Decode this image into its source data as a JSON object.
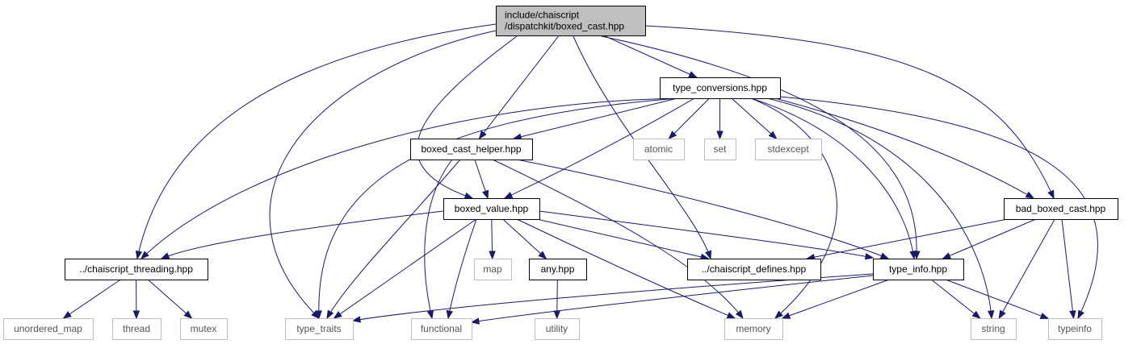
{
  "colors": {
    "edge": "#191970",
    "project_border": "#000000",
    "root_fill": "#bfbfbf",
    "system_border": "#bfbfbf",
    "system_text": "#555555"
  },
  "nodes": [
    {
      "id": "root",
      "kind": "root",
      "lines": [
        "include/chaiscript",
        "/dispatchkit/boxed_cast.hpp"
      ]
    },
    {
      "id": "type_conversions",
      "kind": "project",
      "lines": [
        "type_conversions.hpp"
      ]
    },
    {
      "id": "boxed_cast_helper",
      "kind": "project",
      "lines": [
        "boxed_cast_helper.hpp"
      ]
    },
    {
      "id": "atomic",
      "kind": "system",
      "lines": [
        "atomic"
      ]
    },
    {
      "id": "set",
      "kind": "system",
      "lines": [
        "set"
      ]
    },
    {
      "id": "stdexcept",
      "kind": "system",
      "lines": [
        "stdexcept"
      ]
    },
    {
      "id": "bad_boxed_cast",
      "kind": "project",
      "lines": [
        "bad_boxed_cast.hpp"
      ]
    },
    {
      "id": "boxed_value",
      "kind": "project",
      "lines": [
        "boxed_value.hpp"
      ]
    },
    {
      "id": "threading",
      "kind": "project",
      "lines": [
        "../chaiscript_threading.hpp"
      ]
    },
    {
      "id": "map",
      "kind": "system",
      "lines": [
        "map"
      ]
    },
    {
      "id": "any",
      "kind": "project",
      "lines": [
        "any.hpp"
      ]
    },
    {
      "id": "defines",
      "kind": "project",
      "lines": [
        "../chaiscript_defines.hpp"
      ]
    },
    {
      "id": "type_info",
      "kind": "project",
      "lines": [
        "type_info.hpp"
      ]
    },
    {
      "id": "unordered_map",
      "kind": "system",
      "lines": [
        "unordered_map"
      ]
    },
    {
      "id": "thread",
      "kind": "system",
      "lines": [
        "thread"
      ]
    },
    {
      "id": "mutex",
      "kind": "system",
      "lines": [
        "mutex"
      ]
    },
    {
      "id": "type_traits",
      "kind": "system",
      "lines": [
        "type_traits"
      ]
    },
    {
      "id": "functional",
      "kind": "system",
      "lines": [
        "functional"
      ]
    },
    {
      "id": "utility",
      "kind": "system",
      "lines": [
        "utility"
      ]
    },
    {
      "id": "memory",
      "kind": "system",
      "lines": [
        "memory"
      ]
    },
    {
      "id": "string",
      "kind": "system",
      "lines": [
        "string"
      ]
    },
    {
      "id": "typeinfo",
      "kind": "system",
      "lines": [
        "typeinfo"
      ]
    }
  ],
  "edges": [
    [
      "root",
      "type_conversions"
    ],
    [
      "root",
      "boxed_cast_helper"
    ],
    [
      "root",
      "boxed_value"
    ],
    [
      "root",
      "threading"
    ],
    [
      "root",
      "defines"
    ],
    [
      "root",
      "type_info"
    ],
    [
      "root",
      "bad_boxed_cast"
    ],
    [
      "root",
      "type_traits"
    ],
    [
      "type_conversions",
      "boxed_cast_helper"
    ],
    [
      "type_conversions",
      "atomic"
    ],
    [
      "type_conversions",
      "set"
    ],
    [
      "type_conversions",
      "stdexcept"
    ],
    [
      "type_conversions",
      "bad_boxed_cast"
    ],
    [
      "type_conversions",
      "boxed_value"
    ],
    [
      "type_conversions",
      "threading"
    ],
    [
      "type_conversions",
      "type_info"
    ],
    [
      "type_conversions",
      "type_traits"
    ],
    [
      "type_conversions",
      "memory"
    ],
    [
      "type_conversions",
      "string"
    ],
    [
      "type_conversions",
      "typeinfo"
    ],
    [
      "boxed_cast_helper",
      "boxed_value"
    ],
    [
      "boxed_cast_helper",
      "type_info"
    ],
    [
      "boxed_cast_helper",
      "type_traits"
    ],
    [
      "boxed_cast_helper",
      "functional"
    ],
    [
      "boxed_cast_helper",
      "memory"
    ],
    [
      "boxed_value",
      "threading"
    ],
    [
      "boxed_value",
      "map"
    ],
    [
      "boxed_value",
      "any"
    ],
    [
      "boxed_value",
      "defines"
    ],
    [
      "boxed_value",
      "type_info"
    ],
    [
      "boxed_value",
      "type_traits"
    ],
    [
      "boxed_value",
      "functional"
    ],
    [
      "boxed_value",
      "memory"
    ],
    [
      "bad_boxed_cast",
      "defines"
    ],
    [
      "bad_boxed_cast",
      "type_info"
    ],
    [
      "bad_boxed_cast",
      "string"
    ],
    [
      "bad_boxed_cast",
      "typeinfo"
    ],
    [
      "threading",
      "unordered_map"
    ],
    [
      "threading",
      "thread"
    ],
    [
      "threading",
      "mutex"
    ],
    [
      "any",
      "utility"
    ],
    [
      "type_info",
      "type_traits"
    ],
    [
      "type_info",
      "functional"
    ],
    [
      "type_info",
      "memory"
    ],
    [
      "type_info",
      "string"
    ],
    [
      "type_info",
      "typeinfo"
    ]
  ]
}
